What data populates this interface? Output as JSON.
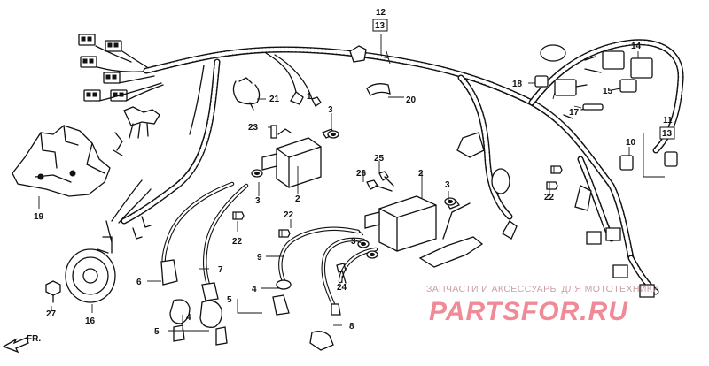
{
  "diagram": {
    "callouts": {
      "p1": "1",
      "p2a": "2",
      "p2b": "2",
      "p3a": "3",
      "p3b": "3",
      "p3c": "3",
      "p3d": "3",
      "p4a": "4",
      "p4b": "4",
      "p5a": "5",
      "p5b": "5",
      "p6": "6",
      "p7": "7",
      "p8": "8",
      "p9": "9",
      "p10": "10",
      "p11": "11",
      "p12": "12",
      "p13a": "13",
      "p13b": "13",
      "p14": "14",
      "p15": "15",
      "p16": "16",
      "p17": "17",
      "p18": "18",
      "p19": "19",
      "p20": "20",
      "p21": "21",
      "p22a": "22",
      "p22b": "22",
      "p22c": "22",
      "p23": "23",
      "p24": "24",
      "p25": "25",
      "p26": "26",
      "p27": "27"
    },
    "direction_label": "FR."
  },
  "watermark": {
    "subtitle": "ЗАПЧАСТИ И АКСЕССУАРЫ ДЛЯ МОТОТЕХНИКИ",
    "brand": "PARTSFOR.RU",
    "color": "#f08a97"
  }
}
